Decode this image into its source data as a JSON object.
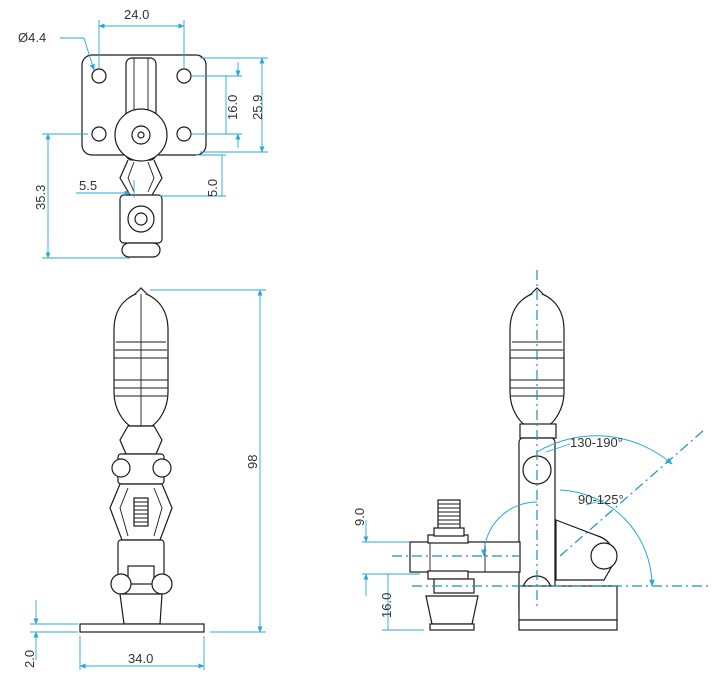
{
  "colors": {
    "dimension": "#2aa7d9",
    "centerline": "#1a8fc4",
    "outline": "#1a1a1a",
    "text": "#333333"
  },
  "dimensions": {
    "hole_diameter": "Ø4.4",
    "top_width": "24.0",
    "hole_spacing_v": "16.0",
    "base_depth": "25.9",
    "spindle_offset": "35.3",
    "jaw_width": "5.5",
    "jaw_offset": "5.0",
    "overall_height": "98",
    "base_width": "34.0",
    "base_thickness": "2.0",
    "arm_height": "9.0",
    "spindle_height": "16.0"
  },
  "angles": {
    "handle_swing": "130-190°",
    "bar_opening": "90-125°"
  }
}
